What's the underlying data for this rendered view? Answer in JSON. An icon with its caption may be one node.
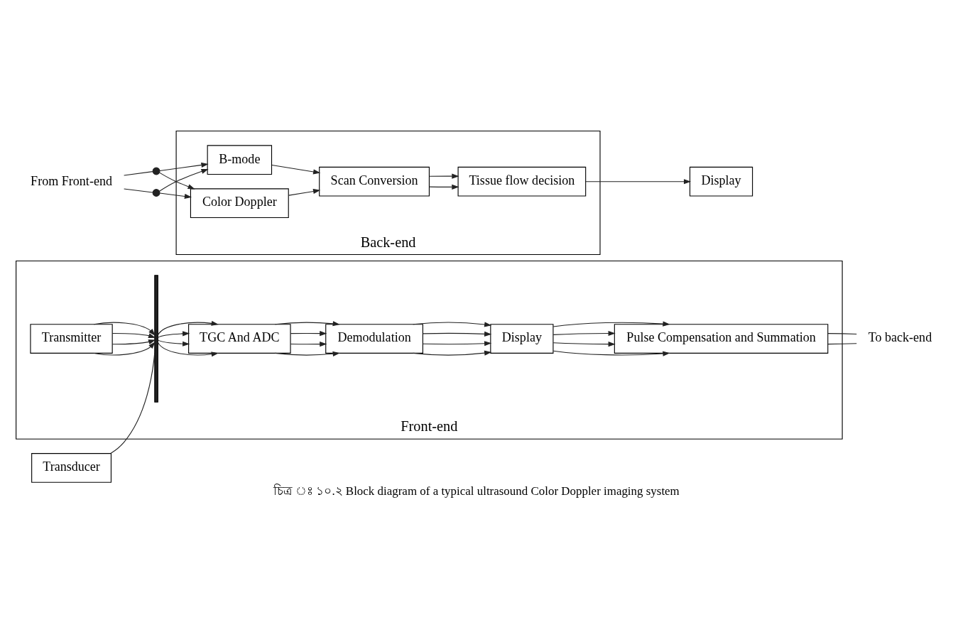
{
  "diagram": {
    "caption": "চিত্র ঃ ১০.২ Block diagram of a typical ultrasound Color Doppler imaging system",
    "nodes": [
      {
        "text": [
          "Front-end"
        ]
      },
      {
        "text": [
          "Transducer"
        ]
      },
      {
        "text": [
          "Transmitter"
        ],
        "in": 0
      },
      {
        "text": [],
        "shape": "bar",
        "in": 0
      },
      {
        "text": [
          "TGC And ADC"
        ],
        "in": 0
      },
      {
        "text": [
          "Demodulation"
        ],
        "in": 0
      },
      {
        "text": [
          "Display"
        ],
        "in": 0
      },
      {
        "text": [
          "Pulse Compensation and Summation"
        ],
        "in": 0
      },
      {
        "text": [
          "To back-end"
        ]
      },
      {
        "text": [
          "Back-end"
        ]
      },
      {
        "text": [
          "From Front-end"
        ]
      },
      {
        "text": [],
        "shape": "circle"
      },
      {
        "text": [],
        "shape": "circle"
      },
      {
        "text": [
          "B-mode"
        ],
        "in": 9
      },
      {
        "text": [
          "Color Doppler"
        ],
        "in": 9
      },
      {
        "text": [
          "Scan Conversion"
        ],
        "in": 9
      },
      {
        "text": [
          "Tissue flow decision"
        ],
        "in": 9
      },
      {
        "text": [
          "Display"
        ]
      }
    ],
    "edges": [
      {
        "from": 1,
        "to": 3,
        "arrow": "none"
      },
      {
        "from": 2,
        "to": 3,
        "arrow": "to"
      },
      {
        "from": 2,
        "to": 3,
        "arrow": "to"
      },
      {
        "from": 2,
        "to": 3,
        "arrow": "to"
      },
      {
        "from": 2,
        "to": 3,
        "arrow": "to"
      },
      {
        "from": 3,
        "to": 4,
        "arrow": "to"
      },
      {
        "from": 3,
        "to": 4,
        "arrow": "to"
      },
      {
        "from": 3,
        "to": 4,
        "arrow": "to"
      },
      {
        "from": 3,
        "to": 4,
        "arrow": "to"
      },
      {
        "from": 4,
        "to": 5,
        "arrow": "to"
      },
      {
        "from": 4,
        "to": 5,
        "arrow": "to"
      },
      {
        "from": 4,
        "to": 5,
        "arrow": "to"
      },
      {
        "from": 4,
        "to": 5,
        "arrow": "to"
      },
      {
        "from": 5,
        "to": 6,
        "arrow": "to"
      },
      {
        "from": 5,
        "to": 6,
        "arrow": "to"
      },
      {
        "from": 5,
        "to": 6,
        "arrow": "to"
      },
      {
        "from": 5,
        "to": 6,
        "arrow": "to"
      },
      {
        "from": 6,
        "to": 7,
        "arrow": "to"
      },
      {
        "from": 6,
        "to": 7,
        "arrow": "to"
      },
      {
        "from": 6,
        "to": 7,
        "arrow": "to"
      },
      {
        "from": 6,
        "to": 7,
        "arrow": "to"
      },
      {
        "from": 7,
        "to": 8,
        "arrow": "none"
      },
      {
        "from": 7,
        "to": 8,
        "arrow": "none"
      },
      {
        "from": 10,
        "to": 11,
        "arrow": "none"
      },
      {
        "from": 10,
        "to": 12,
        "arrow": "none"
      },
      {
        "from": 11,
        "to": 13,
        "arrow": "to"
      },
      {
        "from": 11,
        "to": 14,
        "arrow": "to"
      },
      {
        "from": 12,
        "to": 13,
        "arrow": "to"
      },
      {
        "from": 12,
        "to": 14,
        "arrow": "to"
      },
      {
        "from": 13,
        "to": 15,
        "arrow": "to"
      },
      {
        "from": 14,
        "to": 15,
        "arrow": "to"
      },
      {
        "from": 15,
        "to": 16,
        "arrow": "to"
      },
      {
        "from": 15,
        "to": 16,
        "arrow": "to"
      },
      {
        "from": 16,
        "to": 17,
        "arrow": "to"
      }
    ]
  }
}
